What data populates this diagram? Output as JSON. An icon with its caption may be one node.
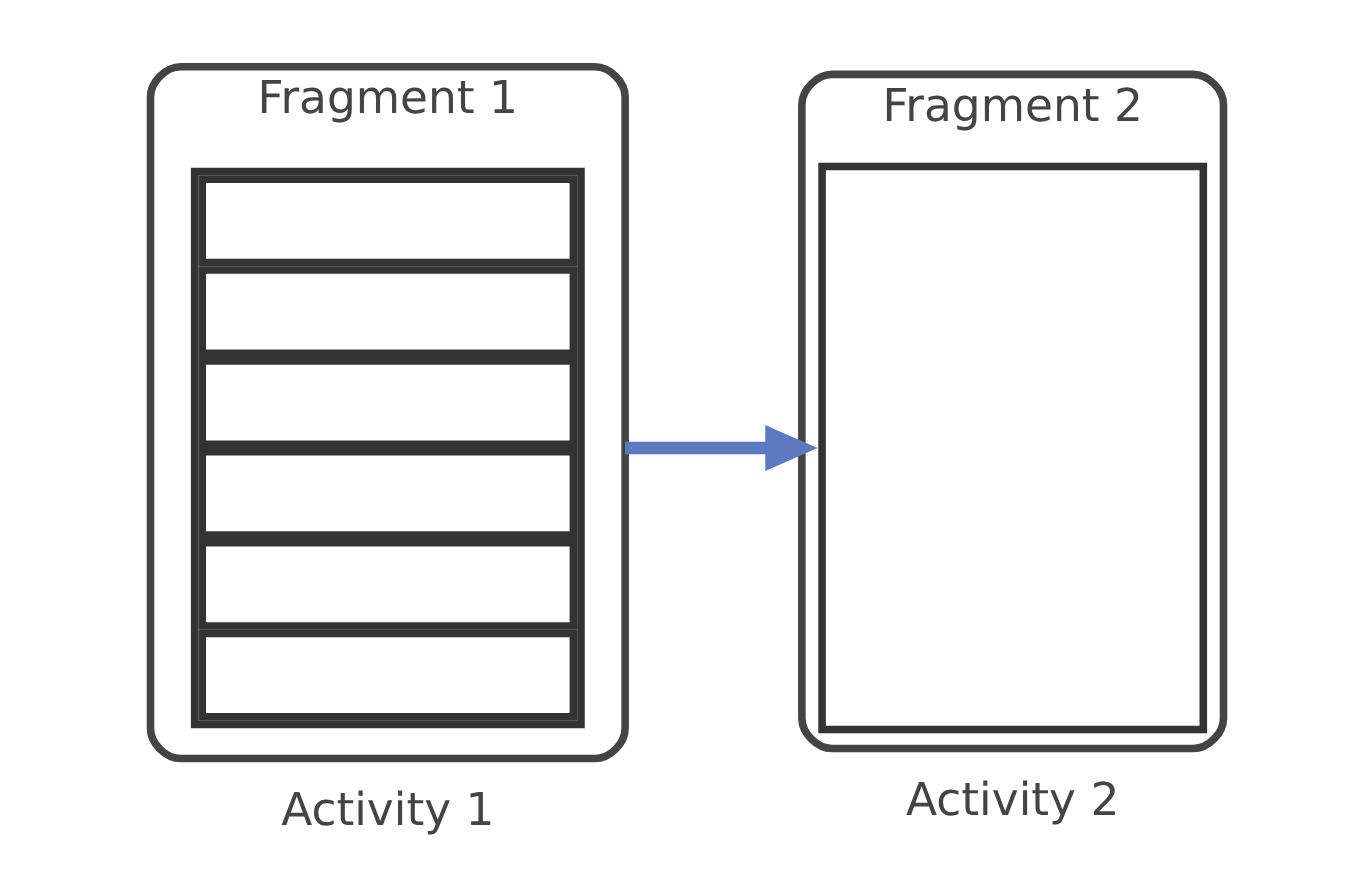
{
  "diagram": {
    "nodes": [
      {
        "text": [
          "Fragment 1"
        ],
        "beside": [
          "Activity 1"
        ]
      },
      {
        "text": [],
        "shape": "box",
        "in": 0
      },
      {
        "text": [
          "Fragment 2"
        ],
        "beside": [
          "Activity 2"
        ]
      },
      {
        "text": [],
        "shape": "box",
        "in": 2
      }
    ],
    "edges": [
      {
        "from": 0,
        "to": 2,
        "arrow": "to"
      }
    ]
  }
}
